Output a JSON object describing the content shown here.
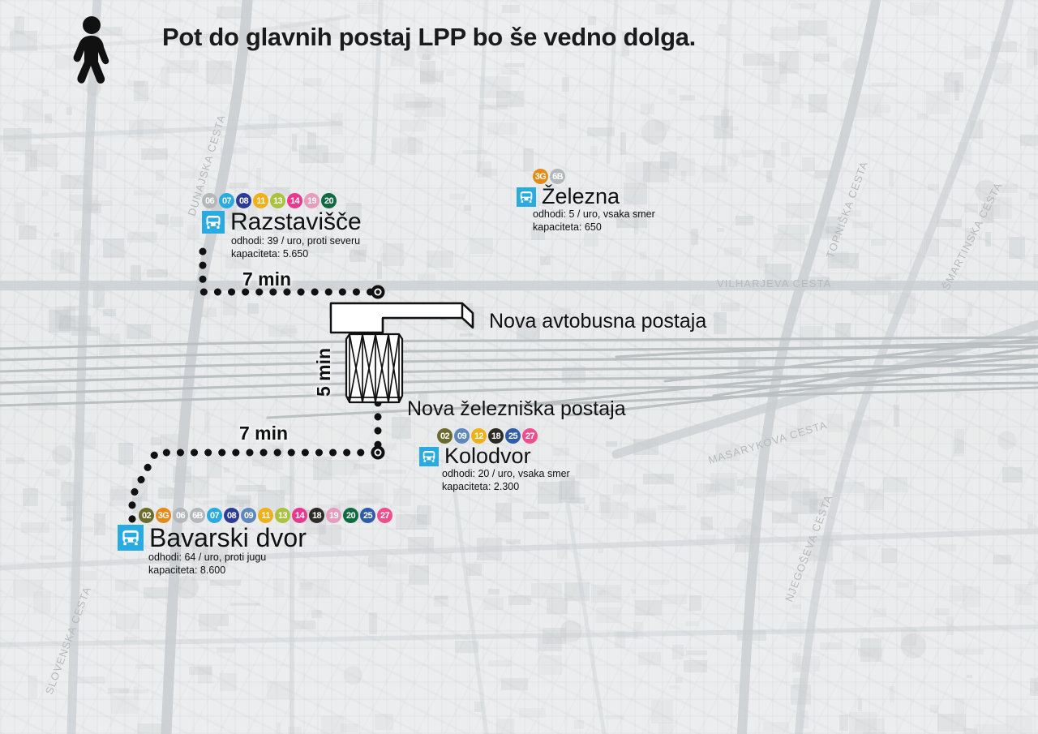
{
  "title": "Pot do glavnih postaj LPP bo še vedno dolga.",
  "pedestrian_icon": "pedestrian-walking-icon",
  "palette": {
    "bus_icon_bg": "#29abe2",
    "text": "#111111",
    "road_label": "#b6babd",
    "map_bg": "#e6e8e9"
  },
  "line_colors": {
    "02": "#6b6b2e",
    "3G": "#e58a16",
    "06": "#b3b8ba",
    "6B": "#b3b8ba",
    "07": "#29abe2",
    "08": "#2b3b96",
    "09": "#5d87bd",
    "11": "#f2b018",
    "12": "#f2b018",
    "13": "#a9c23f",
    "14": "#e8398f",
    "18": "#2e2a26",
    "19": "#e79bbd",
    "20": "#0d6b3f",
    "25": "#2f5ca8",
    "27": "#ef4e8c"
  },
  "stations": [
    {
      "id": "razstavisce",
      "name": "Razstavišče",
      "icon": "bus-stop-icon",
      "lines": [
        "06",
        "07",
        "08",
        "11",
        "13",
        "14",
        "19",
        "20"
      ],
      "departures": "odhodi: 39 / uro, proti severu",
      "capacity": "kapaciteta: 5.650"
    },
    {
      "id": "zelezna",
      "name": "Železna",
      "icon": "bus-stop-icon",
      "lines": [
        "3G",
        "6B"
      ],
      "departures": "odhodi: 5 / uro, vsaka smer",
      "capacity": "kapaciteta: 650"
    },
    {
      "id": "kolodvor",
      "name": "Kolodvor",
      "icon": "bus-stop-icon",
      "lines": [
        "02",
        "09",
        "12",
        "18",
        "25",
        "27"
      ],
      "departures": "odhodi: 20 / uro, vsaka smer",
      "capacity": "kapaciteta: 2.300"
    },
    {
      "id": "bavarski-dvor",
      "name": "Bavarski dvor",
      "icon": "bus-stop-icon",
      "lines": [
        "02",
        "3G",
        "06",
        "6B",
        "07",
        "08",
        "09",
        "11",
        "13",
        "14",
        "18",
        "19",
        "20",
        "25",
        "27"
      ],
      "departures": "odhodi: 64 / uro, proti jugu",
      "capacity": "kapaciteta: 8.600"
    }
  ],
  "annotations": {
    "new_bus_station": "Nova avtobusna postaja",
    "new_train_station": "Nova železniška postaja"
  },
  "walk_times": {
    "razstavisce_to_station": "7 min",
    "bus_to_train": "5 min",
    "bavarski_to_station": "7 min"
  },
  "road_labels": [
    "DUNAJSKA CESTA",
    "VILHARJEVA CESTA",
    "TOPNIŠKA CESTA",
    "ŠMARTINSKA CESTA",
    "MASARYKOVA CESTA",
    "NJEGOŠEVA CESTA",
    "SLOVENSKA CESTA"
  ]
}
